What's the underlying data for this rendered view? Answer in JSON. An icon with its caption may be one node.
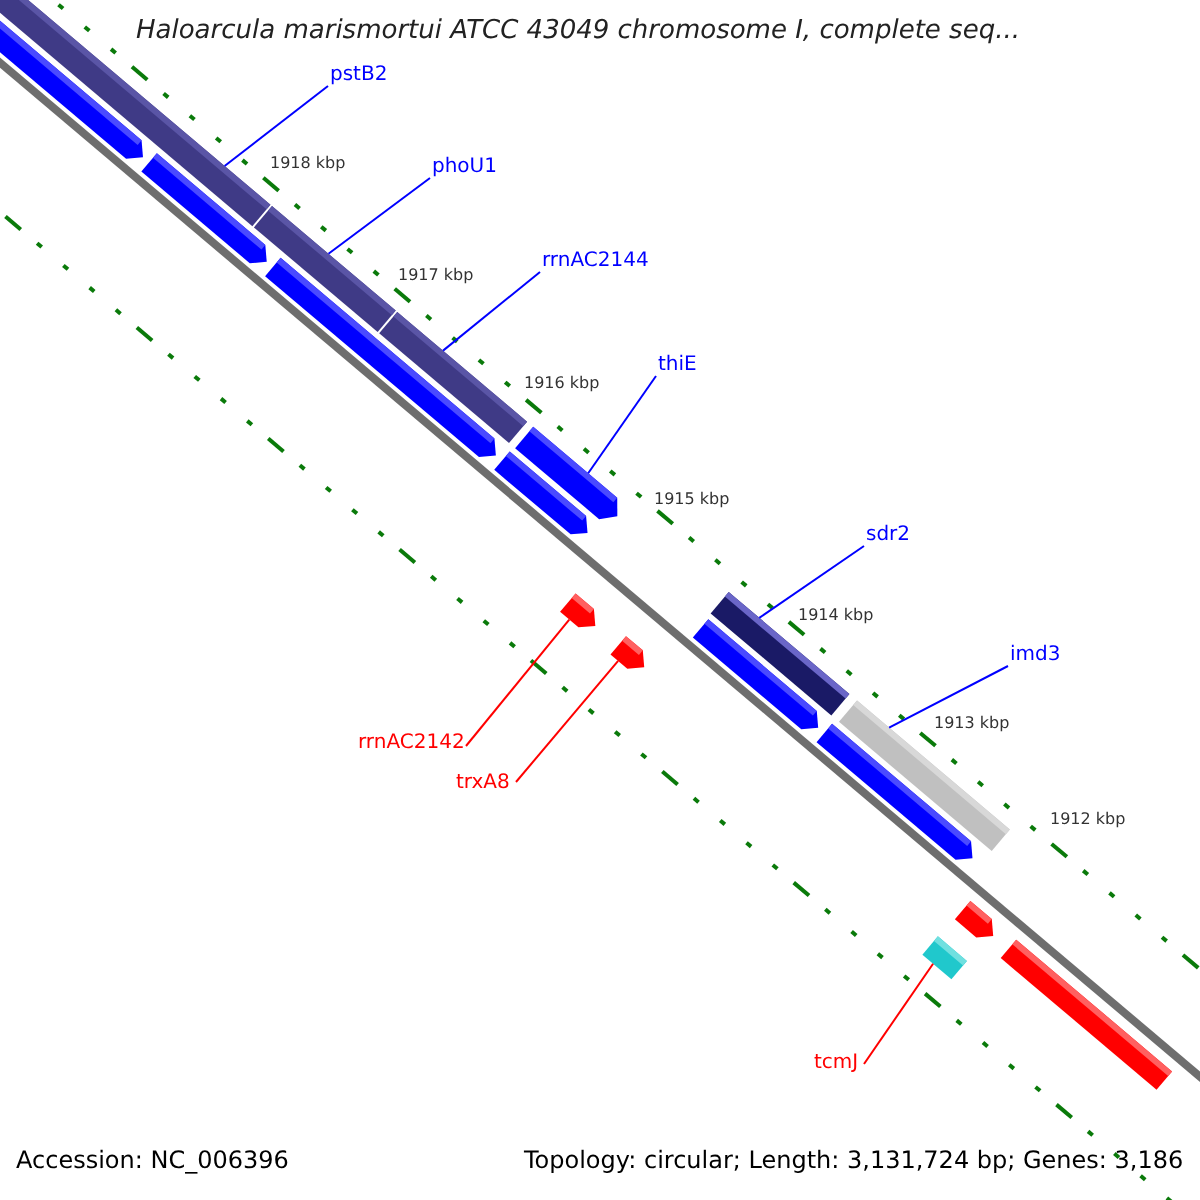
{
  "diagram": {
    "title": "Haloarcula marismortui ATCC 43049 chromosome I, complete seq...",
    "nodes": [
      {
        "text": [
          "pstB2"
        ]
      },
      {
        "text": [
          "phoU1"
        ]
      },
      {
        "text": [
          "rrnAC2144"
        ]
      },
      {
        "text": [
          "thiE"
        ]
      },
      {
        "text": [
          "sdr2"
        ]
      },
      {
        "text": [
          "imd3"
        ]
      },
      {
        "text": [
          "rrnAC2142"
        ]
      },
      {
        "text": [
          "trxA8"
        ]
      },
      {
        "text": [
          "tcmJ"
        ]
      },
      {
        "text": [],
        "shape": "bar"
      },
      {
        "text": [],
        "shape": "bar"
      },
      {
        "text": [],
        "shape": "bar"
      },
      {
        "text": [],
        "shape": "bar"
      },
      {
        "text": [],
        "shape": "bar"
      },
      {
        "text": [],
        "shape": "bar"
      },
      {
        "text": [],
        "shape": "bar"
      },
      {
        "text": [],
        "shape": "bar"
      },
      {
        "text": [],
        "shape": "bar"
      },
      {
        "text": [],
        "shape": "bar"
      },
      {
        "text": [],
        "shape": "bar"
      },
      {
        "text": [],
        "shape": "bar"
      },
      {
        "text": [],
        "shape": "bar"
      },
      {
        "text": [],
        "shape": "bar"
      },
      {
        "text": [],
        "shape": "bar"
      },
      {
        "text": [],
        "shape": "bar"
      },
      {
        "text": [],
        "shape": "bar"
      }
    ],
    "edges": [
      {
        "from": 0,
        "to": 9,
        "arrow": "none"
      },
      {
        "from": 1,
        "to": 10,
        "arrow": "none"
      },
      {
        "from": 2,
        "to": 11,
        "arrow": "none"
      },
      {
        "from": 3,
        "to": 12,
        "arrow": "none"
      },
      {
        "from": 4,
        "to": 17,
        "arrow": "none"
      },
      {
        "from": 5,
        "to": 18,
        "arrow": "none"
      },
      {
        "from": 6,
        "to": 21,
        "arrow": "none",
        "color": "#ff0000"
      },
      {
        "from": 7,
        "to": 22,
        "arrow": "none",
        "color": "#ff0000"
      },
      {
        "from": 8,
        "to": 25,
        "arrow": "none",
        "color": "#ff0000"
      }
    ],
    "labels": [
      "1918 kbp",
      "1917 kbp",
      "1916 kbp",
      "1915 kbp",
      "1914 kbp",
      "1913 kbp",
      "1912 kbp",
      "Accession: NC_006396",
      "Topology: circular; Length: 3,131,724 bp; Genes: 3,186"
    ]
  }
}
